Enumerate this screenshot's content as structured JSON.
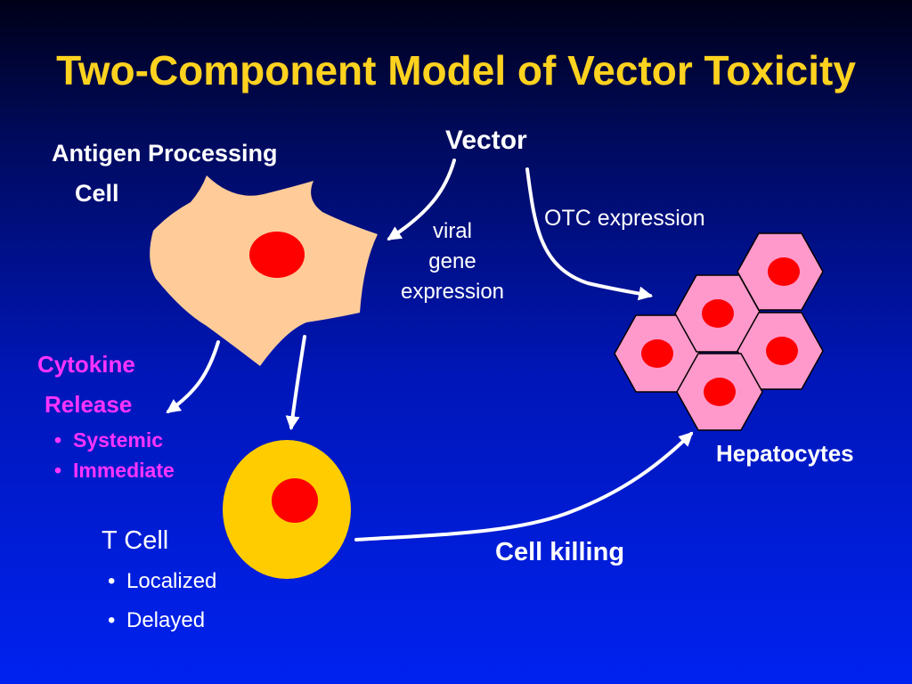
{
  "title": "Two-Component Model of Vector Toxicity",
  "labels": {
    "vector": "Vector",
    "apc_line1": "Antigen Processing",
    "apc_line2": "Cell",
    "viral_gene_expression": [
      "viral",
      "gene",
      "expression"
    ],
    "otc_expression": "OTC expression",
    "cytokine_line1": "Cytokine",
    "cytokine_line2": "Release",
    "cytokine_bullets": [
      "Systemic",
      "Immediate"
    ],
    "hepatocytes": "Hepatocytes",
    "t_cell": "T Cell",
    "t_cell_bullets": [
      "Localized",
      "Delayed"
    ],
    "cell_killing": "Cell killing"
  },
  "colors": {
    "title": "#ffd21f",
    "text": "#ffffff",
    "cytokine_text": "#ff33ff",
    "apc_cell": "#ffcc99",
    "nucleus": "#ff0000",
    "t_cell": "#ffcc00",
    "hepatocyte": "#ff99cc"
  }
}
